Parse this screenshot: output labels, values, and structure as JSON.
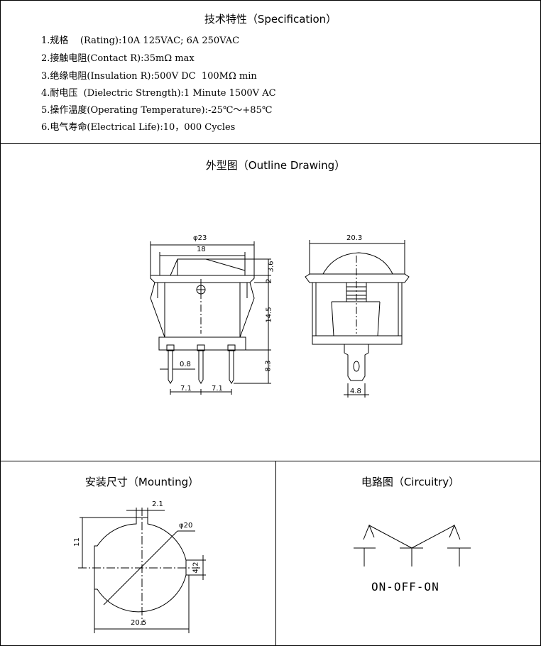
{
  "specification": {
    "title": "技术特性（Specification）",
    "lines": [
      "1.规格    (Rating):10A 125VAC; 6A 250VAC",
      "2.接触电阻(Contact R):35mΩ max",
      "3.绝缘电阻(Insulation R):500V DC  100MΩ min",
      "4.耐电压  (Dielectric Strength):1 Minute 1500V AC",
      "5.操作温度(Operating Temperature):-25℃～+85℃",
      "6.电气寿命(Electrical Life):10，000 Cycles"
    ]
  },
  "outline": {
    "title": "外型图（Outline Drawing）",
    "front_dims": {
      "diameter": "φ23",
      "width": "18",
      "top_height": "3.6",
      "button_height": "2",
      "body_height": "14.5",
      "terminal_length": "8.3",
      "terminal_thickness": "0.8",
      "pitch_left": "7.1",
      "pitch_right": "7.1"
    },
    "side_dims": {
      "width": "20.3",
      "terminal_width": "4.8"
    }
  },
  "mounting": {
    "title": "安装尺寸（Mounting）",
    "dims": {
      "notch_width": "2.1",
      "diameter": "φ20",
      "height": "11",
      "side_notch": "4.2",
      "width": "20.5"
    }
  },
  "circuitry": {
    "title": "电路图（Circuitry）",
    "label": "ON-OFF-ON"
  }
}
